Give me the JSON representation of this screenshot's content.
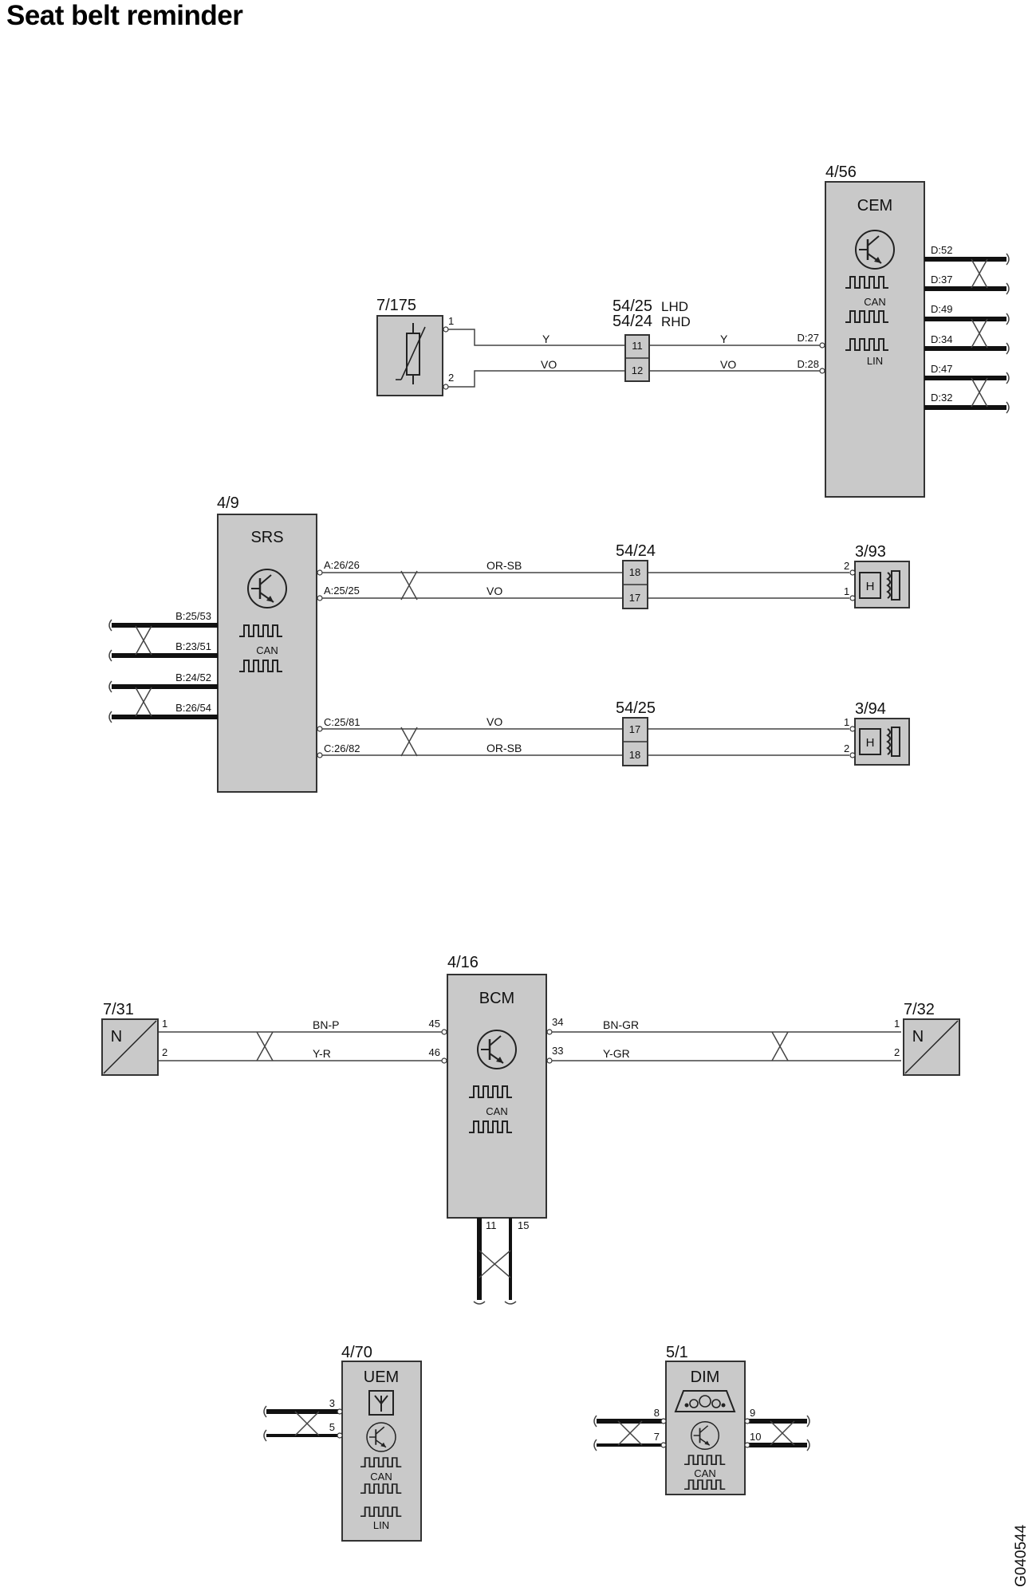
{
  "title": "Seat belt reminder",
  "doc_id": "G040544",
  "cem": {
    "ref": "4/56",
    "name": "CEM",
    "can": "CAN",
    "lin": "LIN",
    "pins_left": [
      "D:27",
      "D:28"
    ],
    "pins_right": [
      "D:52",
      "D:37",
      "D:49",
      "D:34",
      "D:47",
      "D:32"
    ]
  },
  "sensor_7175": {
    "ref": "7/175",
    "pins": [
      "1",
      "2"
    ]
  },
  "conn_5425_lhd": {
    "ref": "54/25",
    "side": "LHD"
  },
  "conn_5424_rhd": {
    "ref": "54/24",
    "side": "RHD"
  },
  "top_connector_pins": [
    "11",
    "12"
  ],
  "top_wires": [
    "Y",
    "VO",
    "Y",
    "VO"
  ],
  "srs": {
    "ref": "4/9",
    "name": "SRS",
    "can": "CAN",
    "pins_a": [
      "A:26/26",
      "A:25/25"
    ],
    "pins_b": [
      "B:25/53",
      "B:23/51",
      "B:24/52",
      "B:26/54"
    ],
    "pins_c": [
      "C:25/81",
      "C:26/82"
    ]
  },
  "conn_5424": {
    "ref": "54/24",
    "pins": [
      "18",
      "17"
    ]
  },
  "conn_5425": {
    "ref": "54/25",
    "pins": [
      "17",
      "18"
    ]
  },
  "srs_wires_a": [
    "OR-SB",
    "VO"
  ],
  "srs_wires_c": [
    "VO",
    "OR-SB"
  ],
  "buckle_393": {
    "ref": "3/93",
    "pins": [
      "2",
      "1"
    ],
    "symbol": "H"
  },
  "buckle_394": {
    "ref": "3/94",
    "pins": [
      "1",
      "2"
    ],
    "symbol": "H"
  },
  "bcm": {
    "ref": "4/16",
    "name": "BCM",
    "can": "CAN",
    "pins_left": [
      "45",
      "46"
    ],
    "pins_right": [
      "34",
      "33"
    ],
    "pins_bottom": [
      "11",
      "15"
    ]
  },
  "sensor_731": {
    "ref": "7/31",
    "symbol": "N",
    "pins": [
      "1",
      "2"
    ]
  },
  "sensor_732": {
    "ref": "7/32",
    "symbol": "N",
    "pins": [
      "1",
      "2"
    ]
  },
  "bcm_wires_left": [
    "BN-P",
    "Y-R"
  ],
  "bcm_wires_right": [
    "BN-GR",
    "Y-GR"
  ],
  "uem": {
    "ref": "4/70",
    "name": "UEM",
    "can": "CAN",
    "lin": "LIN",
    "pins": [
      "3",
      "5"
    ]
  },
  "dim": {
    "ref": "5/1",
    "name": "DIM",
    "can": "CAN",
    "pins_left": [
      "8",
      "7"
    ],
    "pins_right": [
      "9",
      "10"
    ]
  }
}
